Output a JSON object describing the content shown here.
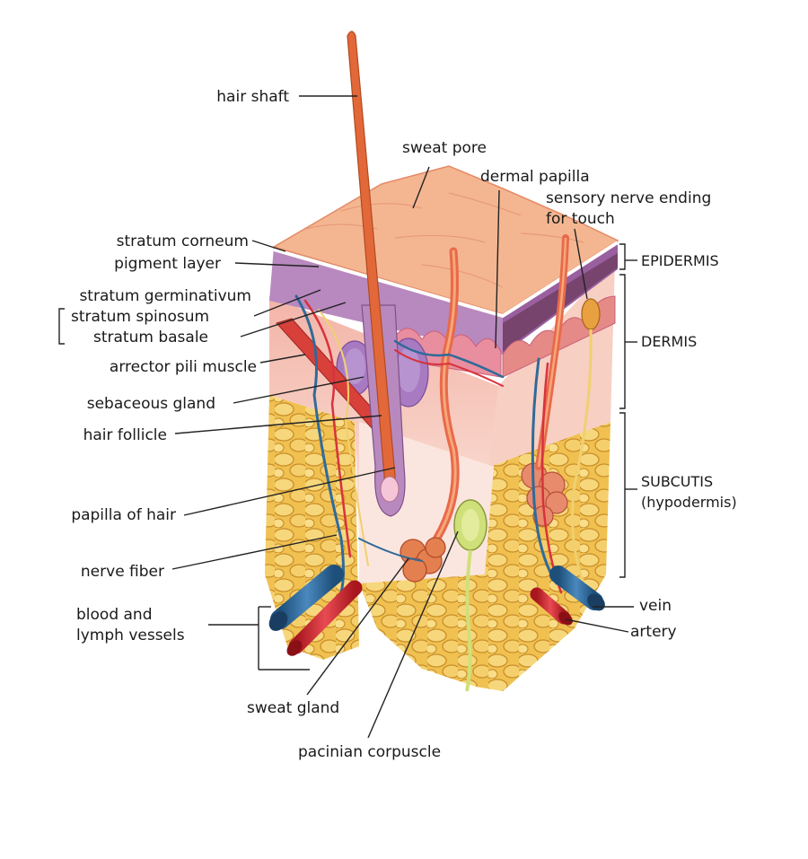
{
  "labels": {
    "hair_shaft": "hair shaft",
    "sweat_pore": "sweat pore",
    "dermal_papilla": "dermal papilla",
    "sensory_nerve_1": "sensory nerve ending",
    "sensory_nerve_2": "for touch",
    "stratum_corneum": "stratum corneum",
    "pigment_layer": "pigment layer",
    "stratum_germinativum": "stratum germinativum",
    "stratum_spinosum": "stratum spinosum",
    "stratum_basale": "stratum basale",
    "arrector_pili": "arrector pili muscle",
    "sebaceous_gland": "sebaceous gland",
    "hair_follicle": "hair follicle",
    "papilla_of_hair": "papilla of hair",
    "nerve_fiber": "nerve fiber",
    "blood_lymph_1": "blood and",
    "blood_lymph_2": "lymph vessels",
    "sweat_gland": "sweat gland",
    "pacinian": "pacinian corpuscle",
    "vein": "vein",
    "artery": "artery"
  },
  "regions": {
    "epidermis": "EPIDERMIS",
    "dermis": "DERMIS",
    "subcutis_1": "SUBCUTIS",
    "subcutis_2": "(hypodermis)"
  },
  "colors": {
    "surface": "#f2b48c",
    "epidermis": "#b98ab8",
    "dermis": "#f6c6b6",
    "fat": "#f2c45a",
    "hair": "#e2683a",
    "vein": "#2f6a9a",
    "artery": "#d8323c",
    "nerve": "#f0d86a"
  }
}
